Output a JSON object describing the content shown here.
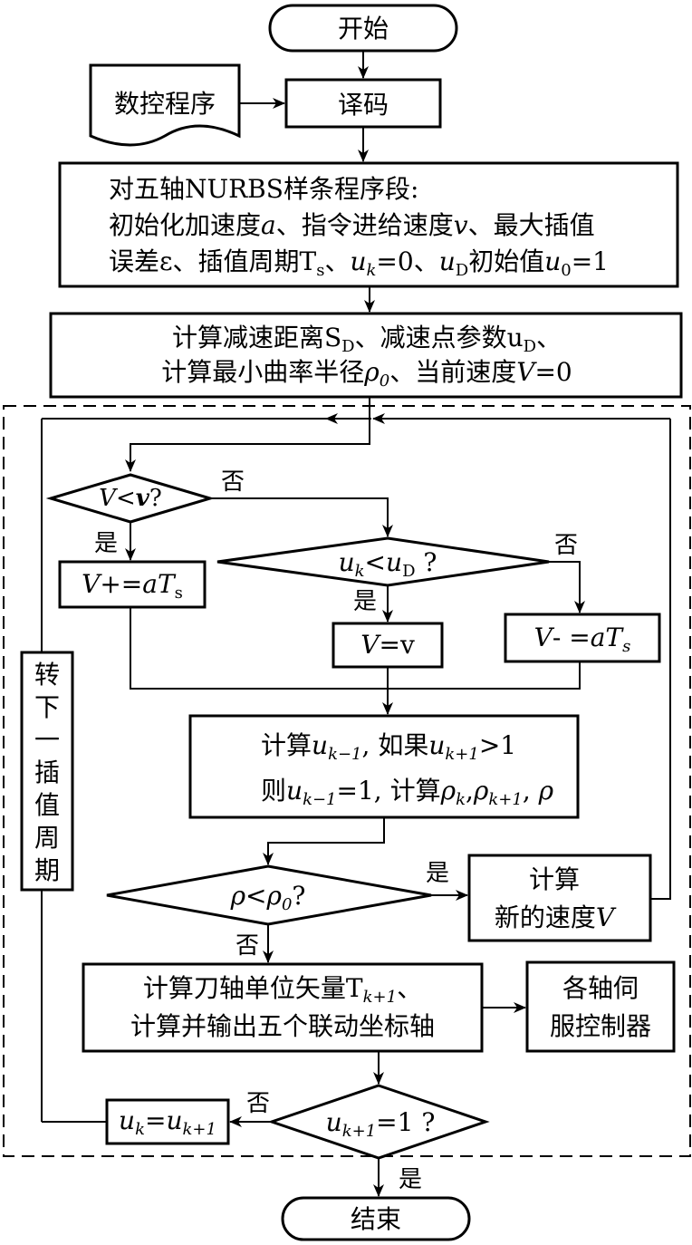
{
  "start": "开始",
  "program_source": "数控程序",
  "decode": "译码",
  "init": {
    "line1": "对五轴NURBS样条程序段:",
    "line2_a": "初始化加速度",
    "line2_a_var": "a",
    "line2_b": "、指令进给速度",
    "line2_b_var": "v",
    "line2_c": "、最大插值",
    "line3_a": "误差ε、插值周期T",
    "line3_sub": "s",
    "line3_b": "、",
    "line3_uk": "u",
    "line3_uk_sub": "k",
    "line3_c": "=0、",
    "line3_ud": "u",
    "line3_ud_sub": "D",
    "line3_d": "初始值",
    "line3_u0": "u",
    "line3_u0_sub": "0",
    "line3_e": "=1"
  },
  "calc_decel": {
    "line1_a": "计算减速距离S",
    "line1_sub": "D",
    "line1_b": "、减速点参数u",
    "line1_sub2": "D",
    "line1_c": "、",
    "line2_a": "计算最小曲率半径",
    "line2_rho": "ρ",
    "line2_rho_sub": "0",
    "line2_b": "、当前速度",
    "line2_V": "V",
    "line2_c": "=0"
  },
  "cond_v": {
    "V": "V",
    "lt": "<",
    "v": "v",
    "q": "?"
  },
  "cond_uk": {
    "u": "u",
    "k": "k",
    "lt": "<",
    "ud": "u",
    "ud_sub": "D",
    "q": " ?"
  },
  "accel": {
    "V": "V",
    "op": "+=",
    "a": "aT",
    "s": "s"
  },
  "const_v": {
    "V": "V",
    "op": "=",
    "v": "v"
  },
  "decel": {
    "V": "V",
    "op": "- =",
    "a": "aT",
    "s": "s"
  },
  "calc_u": {
    "l1_a": "计算",
    "l1_u": "u",
    "l1_usub": "k−1",
    "l1_b": ", 如果",
    "l1_u2": "u",
    "l1_u2sub": "k+1",
    "l1_c": ">1",
    "l2_a": "则",
    "l2_u": "u",
    "l2_usub": "k−1",
    "l2_b": "=1, 计算",
    "l2_r1": "ρ",
    "l2_r1sub": "k",
    "l2_sep1": ",",
    "l2_r2": "ρ",
    "l2_r2sub": "k+1",
    "l2_sep2": ", ",
    "l2_r3": "ρ"
  },
  "cond_rho": {
    "rho": "ρ",
    "lt": "<",
    "rho0": "ρ",
    "rho0_sub": "0",
    "q": "?"
  },
  "new_speed": {
    "line1": "计算",
    "line2_a": "新的速度",
    "line2_V": "V"
  },
  "switch_period": [
    "转",
    "下",
    "一",
    "插",
    "值",
    "周",
    "期"
  ],
  "calc_axis": {
    "line1_a": "计算刀轴单位矢量T",
    "line1_sub": "k+1",
    "line1_b": "、",
    "line2": "计算并输出五个联动坐标轴"
  },
  "servo": {
    "line1": "各轴伺",
    "line2": "服控制器"
  },
  "cond_end": {
    "u": "u",
    "sub": "k+1",
    "eq": "=1 ?"
  },
  "update_u": {
    "u": "u",
    "k": "k",
    "eq": "=",
    "u2": "u",
    "k2": "k+1"
  },
  "end": "结束",
  "labels": {
    "yes": "是",
    "no": "否"
  }
}
